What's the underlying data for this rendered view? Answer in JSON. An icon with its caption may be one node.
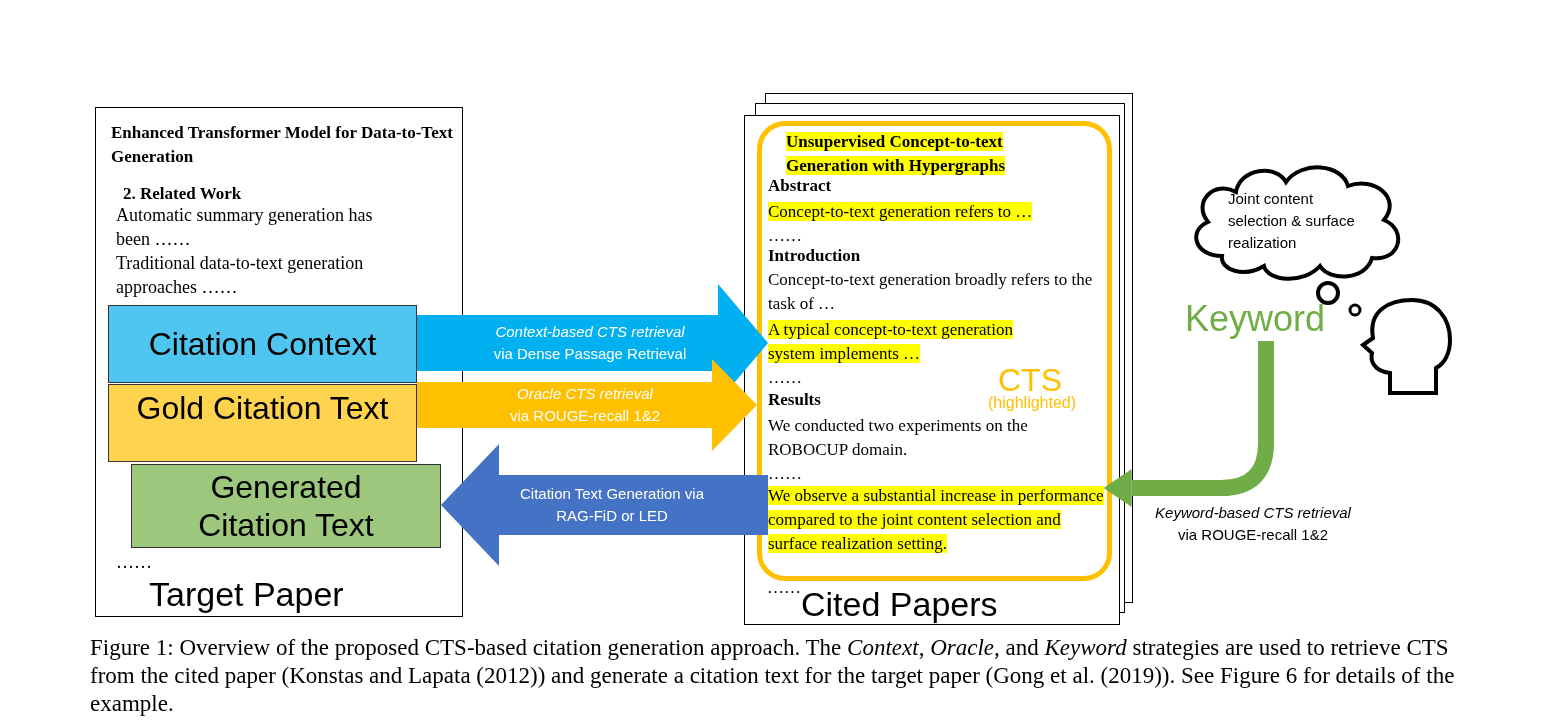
{
  "diagram": {
    "nodes": [
      {
        "text": [
          "Enhanced Transformer Model for Data-to-Text Generation",
          "2. Related Work",
          "Automatic summary generation has been ……",
          "Traditional data-to-text generation approaches ……",
          "……",
          "Target Paper"
        ]
      },
      {
        "text": [
          "Citation Context"
        ],
        "in": 0
      },
      {
        "text": [
          "Gold Citation Text"
        ],
        "in": 0
      },
      {
        "text": [
          "Generated Citation Text"
        ],
        "in": 0
      },
      {
        "text": [
          "……",
          "Cited Papers"
        ]
      },
      {
        "text": [
          "Abstract",
          "……",
          "Introduction",
          "Concept-to-text generation broadly refers to the task of …",
          "……",
          "Results",
          "We conducted two experiments on the ROBOCUP domain.",
          "……",
          "CTS",
          "(highlighted)"
        ],
        "in": 4
      },
      {
        "text": [
          "Unsupervised Concept-to-text Generation with Hypergraphs"
        ],
        "in": 5
      },
      {
        "text": [
          "Concept-to-text generation refers to …"
        ],
        "in": 5
      },
      {
        "text": [
          "A typical concept-to-text generation system implements …"
        ],
        "in": 5
      },
      {
        "text": [
          "We observe a substantial increase in performance compared to the joint content selection and surface realization setting."
        ],
        "in": 5
      },
      {
        "text": [
          "Joint content selection & surface realization"
        ]
      },
      {
        "text": [
          "Keyword"
        ]
      }
    ],
    "edges": [
      {
        "from": 1,
        "to": 8,
        "arrow": "to",
        "label": "*Context-based CTS retrieval* via Dense Passage Retrieval",
        "color": "#00b0f0"
      },
      {
        "from": 2,
        "to": 5,
        "arrow": "to",
        "label": "*Oracle CTS retrieval* via ROUGE-recall 1&2",
        "color": "#ffc000"
      },
      {
        "from": 9,
        "to": 3,
        "arrow": "to",
        "label": "Citation Text Generation via RAG-FiD or LED",
        "color": "#4472c4"
      },
      {
        "from": 11,
        "to": 9,
        "arrow": "to",
        "label": "*Keyword-based CTS retrieval* via ROUGE-recall 1&2",
        "color": "#70ad47"
      }
    ],
    "caption": "Figure 1: Overview of the proposed CTS-based citation generation approach. The *Context*, *Oracle*, and *Keyword* strategies are used to retrieve CTS from the cited paper (Konstas and Lapata (2012)) and generate a citation text for the target paper (Gong et al. (2019)). See Figure 6 for details of the example."
  }
}
